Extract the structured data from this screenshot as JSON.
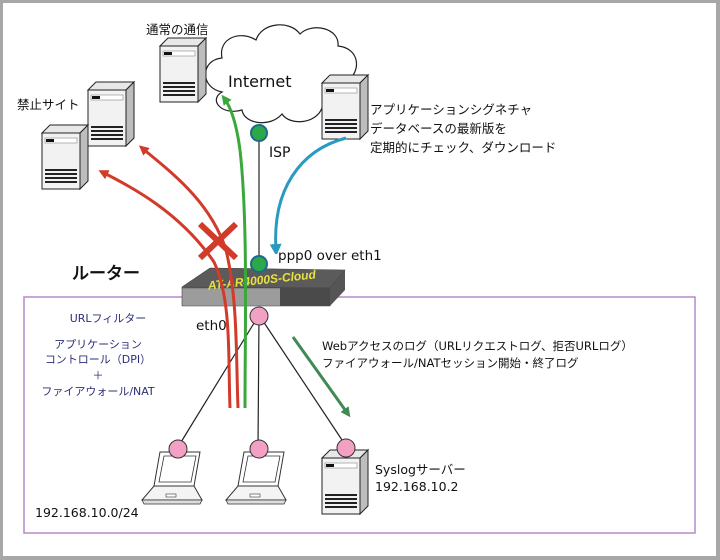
{
  "title": "URLフィルター・アプリケーションコントロール ネットワーク構成図",
  "labels": {
    "normal_traffic": "通常の通信",
    "prohibited_site": "禁止サイト",
    "internet": "Internet",
    "isp": "ISP",
    "signature_update": [
      "アプリケーションシグネチャ",
      "データベースの最新版を",
      "定期的にチェック、ダウンロード"
    ],
    "ppp_interface": "ppp0 over eth1",
    "router_heading": "ルーター",
    "router_model": "AT-AR4000S-Cloud",
    "lan_interface": "eth0",
    "router_functions": {
      "url_filter": "URLフィルター",
      "app_control_line1": "アプリケーション",
      "app_control_line2": "コントロール（DPI）",
      "plus": "＋",
      "firewall": "ファイアウォール/NAT"
    },
    "logs": [
      "Webアクセスのログ（URLリクエストログ、拒否URLログ）",
      "ファイアウォール/NATセッション開始・終了ログ"
    ],
    "syslog_name": "Syslogサーバー",
    "syslog_ip": "192.168.10.2",
    "lan_subnet": "192.168.10.0/24"
  },
  "colors": {
    "blocked_flow": "#d23a2a",
    "allowed_flow": "#3aa83a",
    "update_flow": "#2a9ac0",
    "log_flow": "#3f8a55",
    "wan_port": "#2aa84a",
    "lan_port": "#f2a0c4",
    "lan_box": "#b58ac8",
    "router_body": "#5a5a5a",
    "router_text": "#e8e040",
    "function_text": "#2c2f7a"
  }
}
